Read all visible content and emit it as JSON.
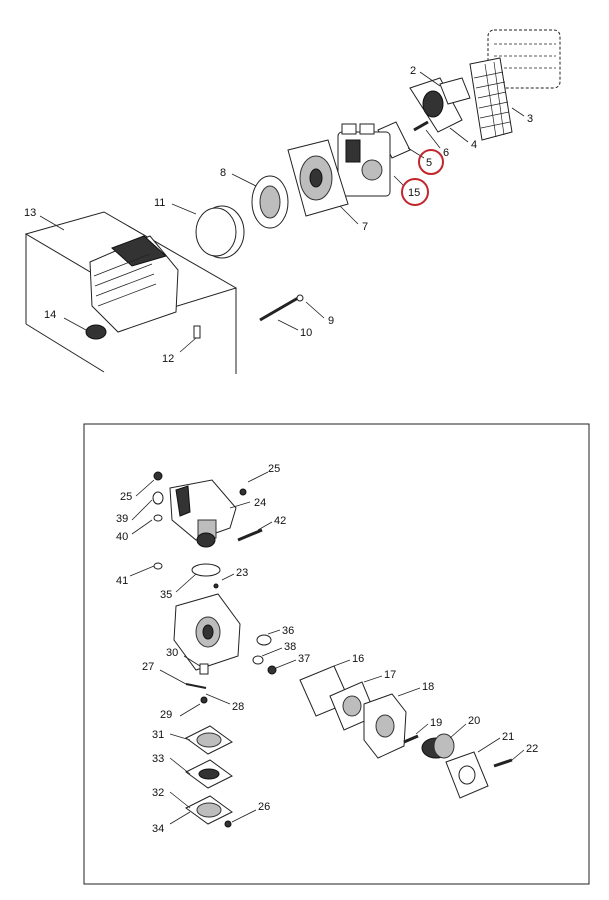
{
  "colors": {
    "highlight_circle": "#c0262c",
    "line": "#222222",
    "label": "#111111"
  },
  "top_labels": {
    "l2": "2",
    "l3": "3",
    "l4": "4",
    "l5": "5",
    "l6": "6",
    "l7": "7",
    "l8": "8",
    "l9": "9",
    "l10": "10",
    "l11": "11",
    "l12": "12",
    "l13": "13",
    "l14": "14",
    "l15": "15"
  },
  "detail_labels": {
    "l16": "16",
    "l17": "17",
    "l18": "18",
    "l19": "19",
    "l20": "20",
    "l21": "21",
    "l22": "22",
    "l23": "23",
    "l24": "24",
    "l25a": "25",
    "l25b": "25",
    "l26": "26",
    "l27": "27",
    "l28": "28",
    "l29": "29",
    "l30": "30",
    "l31": "31",
    "l32": "32",
    "l33": "33",
    "l34": "34",
    "l35": "35",
    "l36": "36",
    "l37": "37",
    "l38": "38",
    "l39": "39",
    "l40": "40",
    "l41": "41",
    "l42": "42"
  }
}
